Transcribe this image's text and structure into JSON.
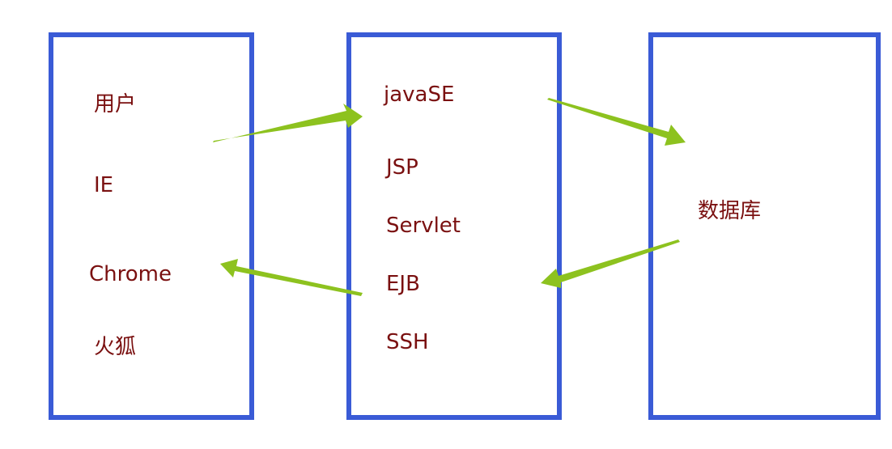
{
  "accent_colors": {
    "box_border": "#3a5bd6",
    "label_text": "#7a1010",
    "arrow": "#8dc21f"
  },
  "client": {
    "items": [
      "用户",
      "IE",
      "Chrome",
      "火狐"
    ]
  },
  "server": {
    "items": [
      "javaSE",
      "JSP",
      "Servlet",
      "EJB",
      "SSH"
    ]
  },
  "database": {
    "label": "数据库"
  },
  "arrows": [
    {
      "from": "client",
      "to": "server"
    },
    {
      "from": "server",
      "to": "database"
    },
    {
      "from": "database",
      "to": "server"
    },
    {
      "from": "server",
      "to": "client"
    }
  ]
}
